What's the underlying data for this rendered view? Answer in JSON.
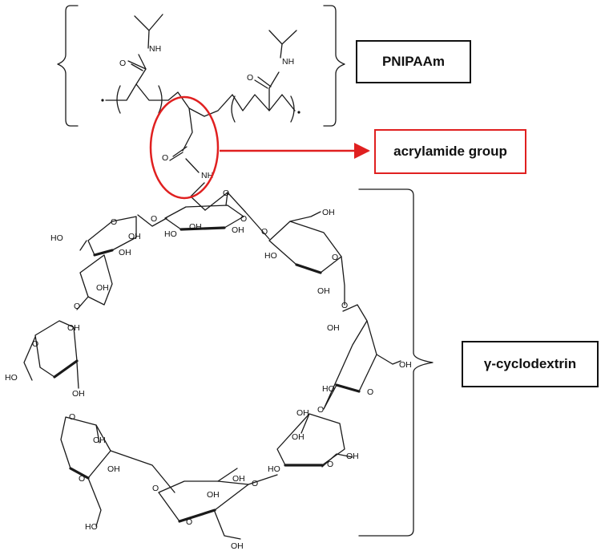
{
  "labels": {
    "pnipaam": "PNIPAAm",
    "acrylamide": "acrylamide group",
    "cyclodextrin": "γ-cyclodextrin"
  },
  "atoms": {
    "nh": "NH",
    "o": "O",
    "oh": "OH",
    "ho": "HO"
  },
  "colors": {
    "ink": "#1a1a1a",
    "highlight": "#e02020"
  }
}
